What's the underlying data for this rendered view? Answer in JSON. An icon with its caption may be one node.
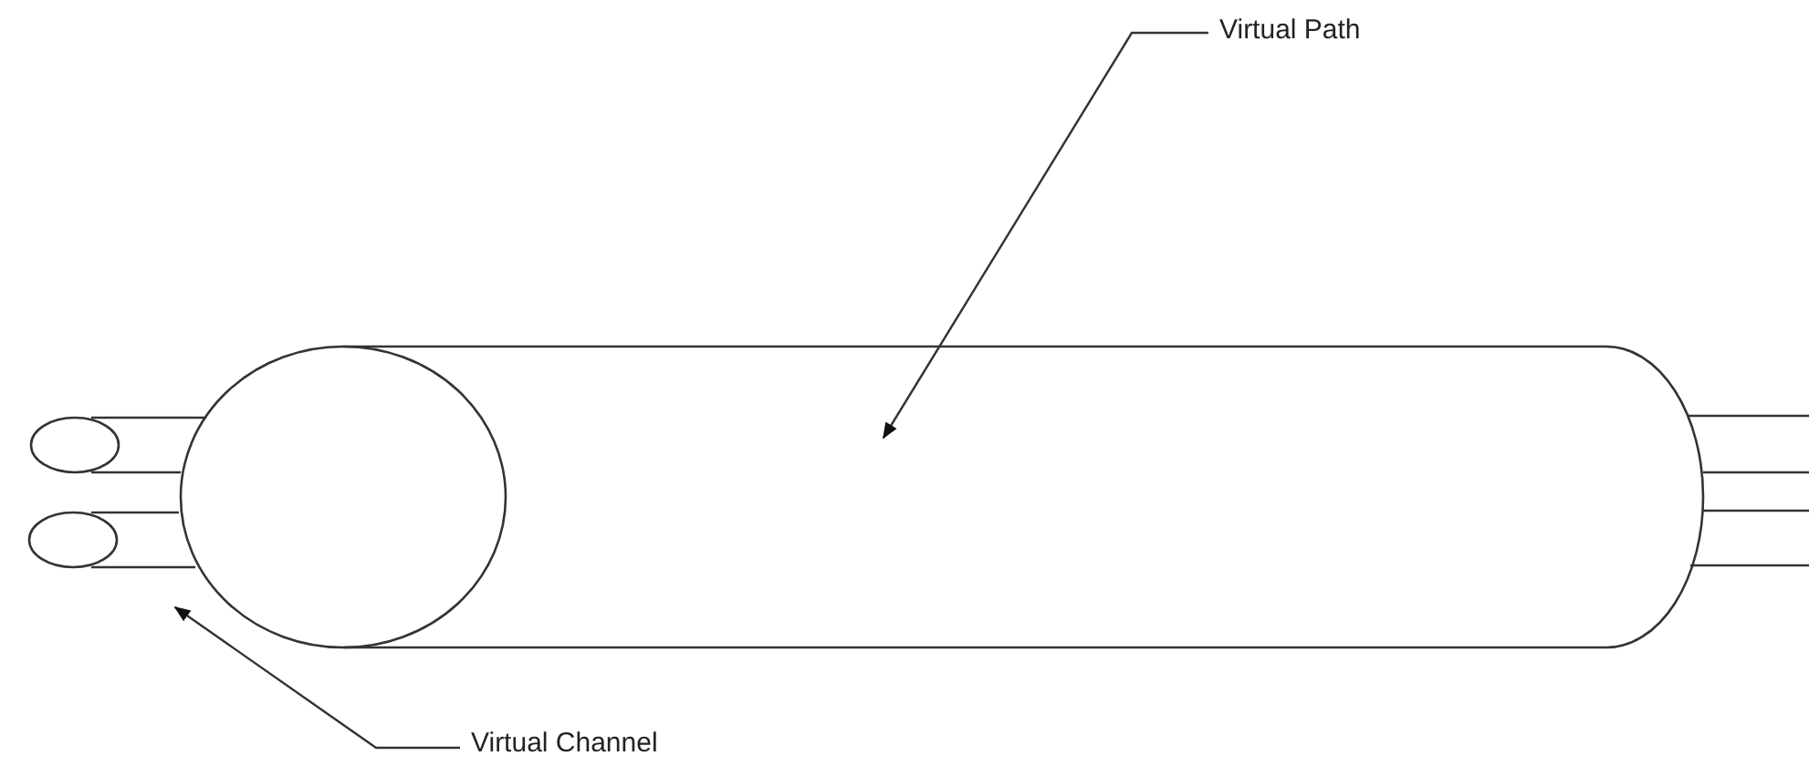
{
  "diagram": {
    "nodes": [
      {
        "text": [
          "Virtual Path"
        ]
      },
      {
        "text": [
          "Virtual Channel"
        ]
      },
      {
        "text": [],
        "shape": "cylinder"
      }
    ],
    "edges": [
      {
        "from": 0,
        "to": 2,
        "arrow": "to"
      },
      {
        "from": 1,
        "to": 2,
        "arrow": "to"
      }
    ]
  }
}
